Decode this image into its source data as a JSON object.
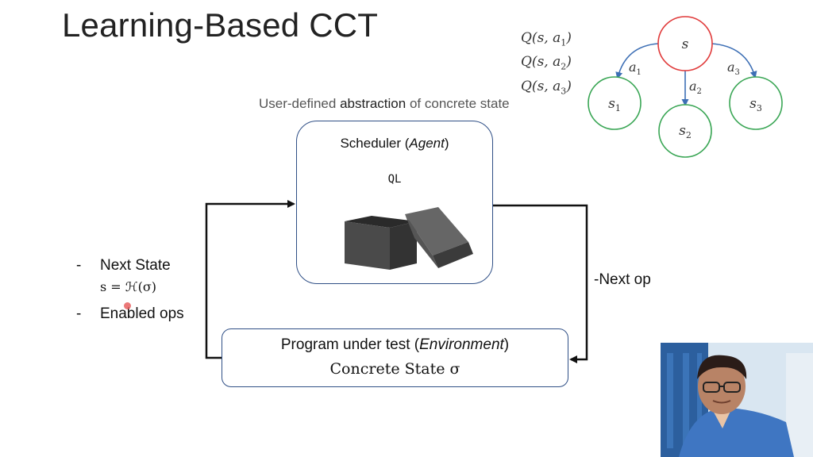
{
  "slide": {
    "title": "Learning-Based CCT",
    "abstraction_prefix": "User-defined ",
    "abstraction_bold": "abstraction",
    "abstraction_suffix": " of concrete state",
    "scheduler_text": "Scheduler (",
    "scheduler_italic": "Agent",
    "scheduler_close": ")",
    "algorithm": "QL",
    "program_text": "Program under test (",
    "program_italic": "Environment",
    "program_close": ")",
    "concrete_state": "Concrete State σ",
    "next_op": "-Next op",
    "bullets": [
      {
        "dash": "-",
        "label": "Next State"
      },
      {
        "dash": "-",
        "label": "Enabled ops"
      }
    ],
    "formula": "s = ℋ(σ)"
  },
  "tree": {
    "root": "s",
    "children": [
      "s1",
      "s2",
      "s3"
    ],
    "actions": [
      "a1",
      "a2",
      "a3"
    ],
    "q_values": [
      "Q(s, a1)",
      "Q(s, a2)",
      "Q(s, a3)"
    ]
  },
  "colors": {
    "root_node": "#e03a3a",
    "child_node": "#3aa655",
    "edge": "#3d6fb5",
    "box_border": "#2f4f86"
  },
  "icons": [
    "open-box-icon",
    "webcam-feed"
  ]
}
